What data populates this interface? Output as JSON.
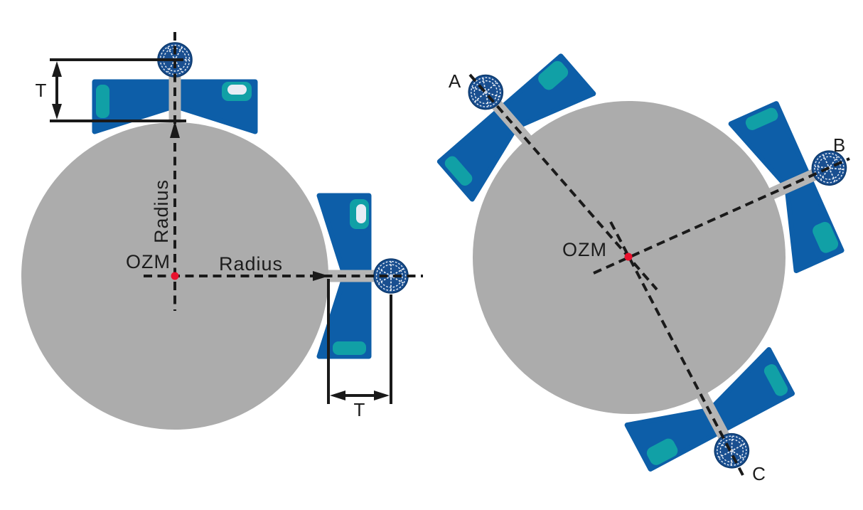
{
  "colors": {
    "disc_gray": "#ACACAC",
    "body_blue": "#0D5EA8",
    "accent_teal": "#11A0A6",
    "pill_white": "#E7ECF5",
    "wheel_navy": "#1A4F90",
    "stem_gray": "#B5B5B5",
    "center_red": "#E8112D",
    "line_black": "#1A1A1A"
  },
  "icons": {
    "handwheel": "circle with stitched rim and six dashed spokes"
  },
  "left_diagram": {
    "center_label": "OZM",
    "radius_vertical_label": "Radius",
    "radius_horizontal_label": "Radius",
    "thickness_top_label": "T",
    "thickness_right_label": "T"
  },
  "right_diagram": {
    "center_label": "OZM",
    "sensor_a_label": "A",
    "sensor_b_label": "B",
    "sensor_c_label": "C"
  }
}
